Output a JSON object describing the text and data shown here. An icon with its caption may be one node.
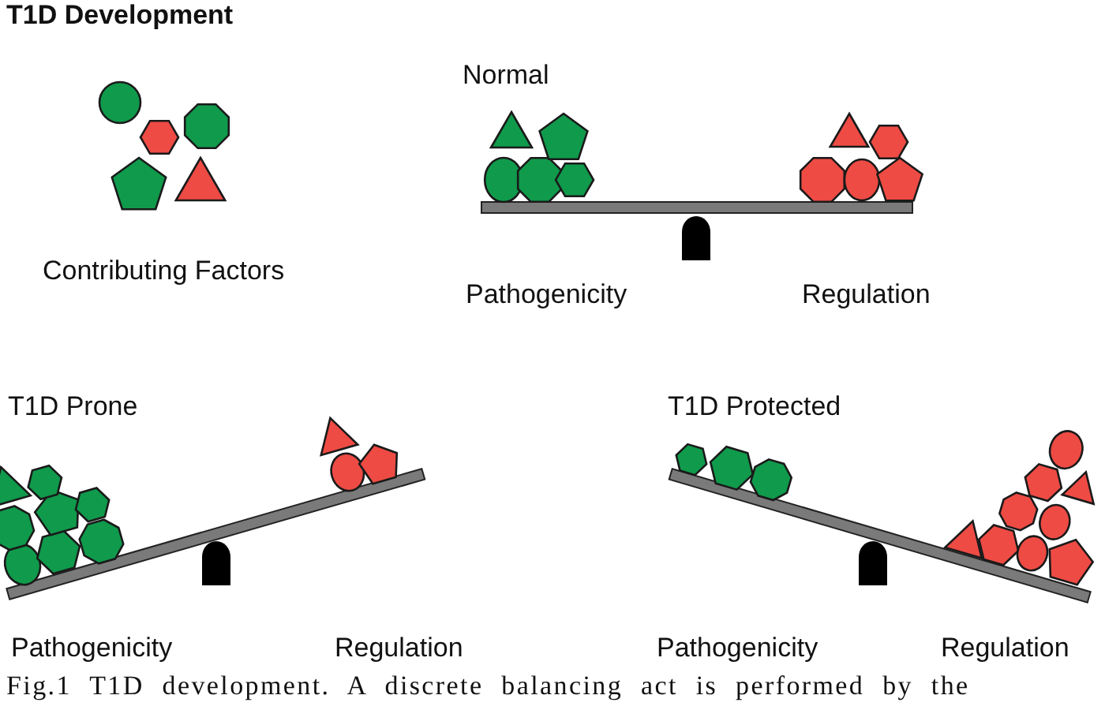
{
  "diagram": {
    "title": "T1D Development",
    "caption": "Fig.1 T1D development. A discrete balancing act is performed by the",
    "labels": [
      "Contributing Factors",
      "Normal",
      "Pathogenicity",
      "Regulation",
      "T1D Prone",
      "Pathogenicity",
      "Regulation",
      "T1D Protected",
      "Pathogenicity",
      "Regulation"
    ]
  }
}
